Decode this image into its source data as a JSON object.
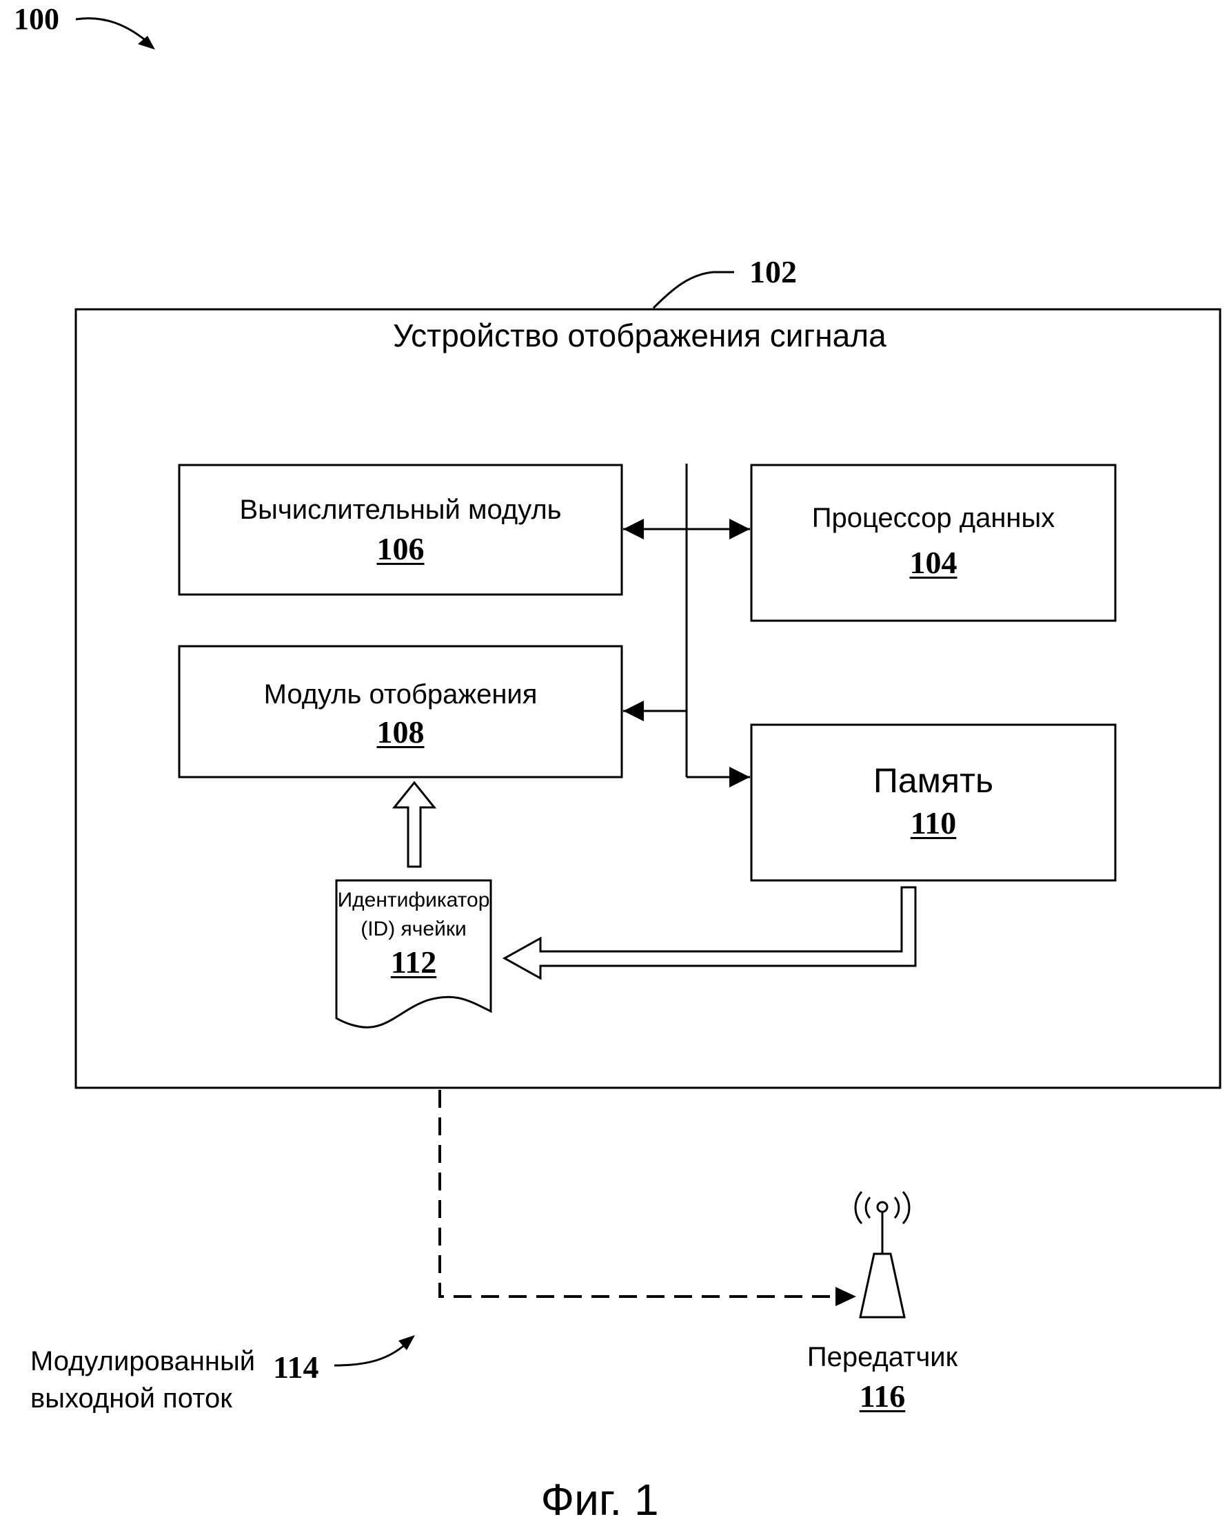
{
  "figure": {
    "ref": "100",
    "caption": "Фиг. 1"
  },
  "device": {
    "ref": "102",
    "title": "Устройство отображения сигнала"
  },
  "compute_module": {
    "label": "Вычислительный модуль",
    "ref": "106"
  },
  "data_processor": {
    "label": "Процессор данных",
    "ref": "104"
  },
  "mapping_module": {
    "label": "Модуль отображения",
    "ref": "108"
  },
  "memory": {
    "label": "Память",
    "ref": "110"
  },
  "cell_id": {
    "line1": "Идентификатор",
    "line2": "(ID) ячейки",
    "ref": "112"
  },
  "output_stream": {
    "line1": "Модулированный",
    "line2": "выходной поток",
    "ref": "114"
  },
  "transmitter": {
    "label": "Передатчик",
    "ref": "116"
  }
}
